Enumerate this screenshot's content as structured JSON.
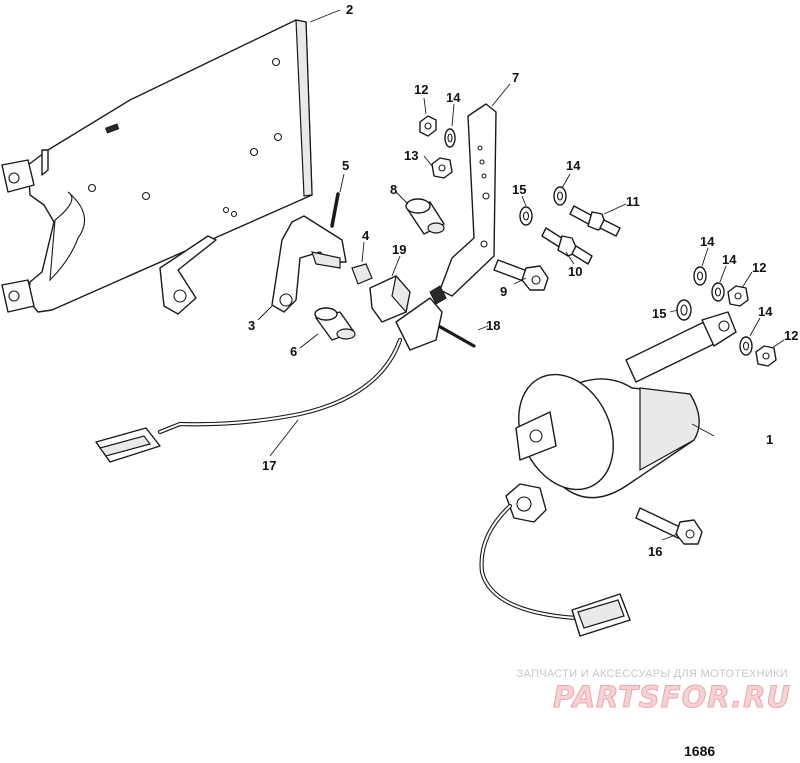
{
  "diagram": {
    "figure_number": "1686",
    "callouts": {
      "c1": "1",
      "c2": "2",
      "c3": "3",
      "c4": "4",
      "c5": "5",
      "c6": "6",
      "c7": "7",
      "c8": "8",
      "c9": "9",
      "c10": "10",
      "c11": "11",
      "c12a": "12",
      "c12b": "12",
      "c12c": "12",
      "c13": "13",
      "c14a": "14",
      "c14b": "14",
      "c14c": "14",
      "c14d": "14",
      "c14e": "14",
      "c15a": "15",
      "c15b": "15",
      "c16": "16",
      "c17": "17",
      "c18": "18",
      "c19": "19"
    }
  },
  "watermark": {
    "caption": "ЗАПЧАСТИ И АКСЕССУАРЫ ДЛЯ МОТОТЕХНИКИ",
    "logo": "PARTSFOR.RU"
  }
}
